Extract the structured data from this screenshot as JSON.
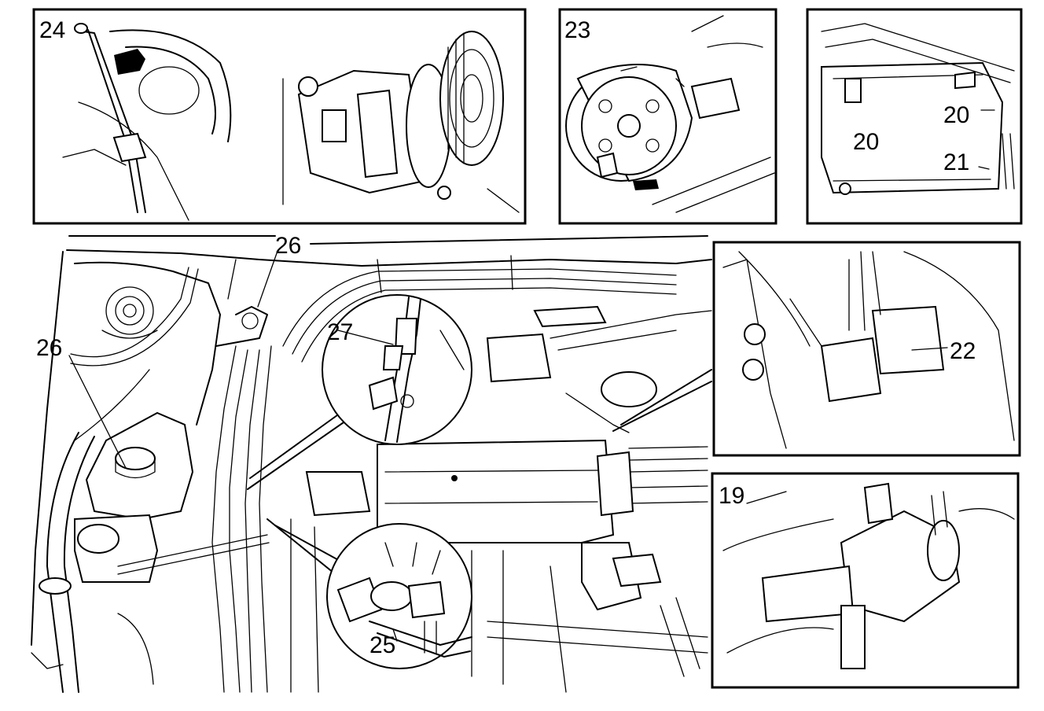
{
  "figure": {
    "callouts": {
      "c19": "19",
      "c20a": "20",
      "c20b": "20",
      "c21": "21",
      "c22": "22",
      "c23": "23",
      "c24": "24",
      "c25": "25",
      "c26a": "26",
      "c26b": "26",
      "c27": "27"
    }
  }
}
